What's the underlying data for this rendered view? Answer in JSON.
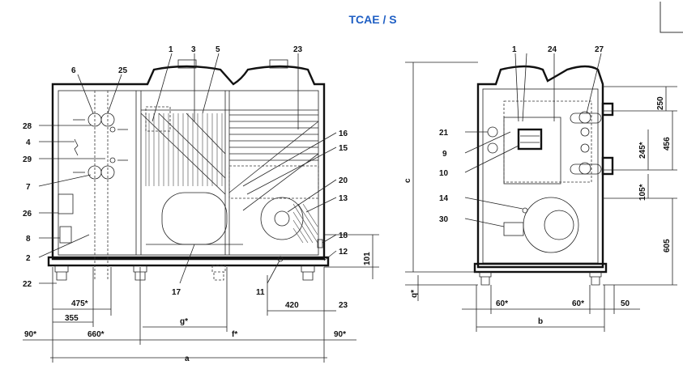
{
  "title": "TCAE / S",
  "side_view": {
    "callouts": [
      "6",
      "25",
      "1",
      "3",
      "5",
      "23",
      "28",
      "4",
      "29",
      "7",
      "26",
      "8",
      "2",
      "22",
      "16",
      "15",
      "20",
      "13",
      "18",
      "12",
      "17",
      "11"
    ],
    "dims": {
      "d475": "475*",
      "d355": "355",
      "d420": "420",
      "d23": "23",
      "d90l": "90*",
      "d660": "660*",
      "dg": "g*",
      "df": "f*",
      "d90r": "90*",
      "da": "a",
      "d101": "101"
    }
  },
  "front_view": {
    "callouts": [
      "1",
      "24",
      "27",
      "21",
      "9",
      "10",
      "14",
      "30"
    ],
    "dims": {
      "d250": "250",
      "d245": "245*",
      "d456": "456",
      "d105": "105*",
      "d605": "605",
      "dc": "c",
      "dq": "q*",
      "d60l": "60*",
      "d60r": "60*",
      "d50": "50",
      "db": "b"
    }
  }
}
